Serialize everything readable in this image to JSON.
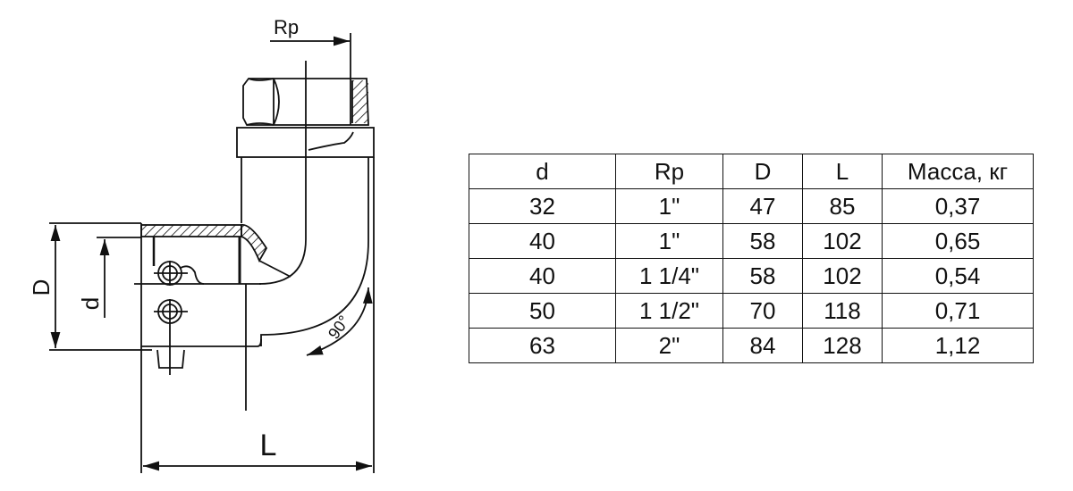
{
  "drawing": {
    "labels": {
      "rp": "Rp",
      "D": "D",
      "d": "d",
      "L": "L",
      "angle": "90°"
    }
  },
  "table": {
    "headers": [
      "d",
      "Rp",
      "D",
      "L",
      "Масса, кг"
    ],
    "rows": [
      [
        "32",
        "1\"",
        "47",
        "85",
        "0,37"
      ],
      [
        "40",
        "1\"",
        "58",
        "102",
        "0,65"
      ],
      [
        "40",
        "1 1/4\"",
        "58",
        "102",
        "0,54"
      ],
      [
        "50",
        "1 1/2\"",
        "70",
        "118",
        "0,71"
      ],
      [
        "63",
        "2\"",
        "84",
        "128",
        "1,12"
      ]
    ]
  }
}
